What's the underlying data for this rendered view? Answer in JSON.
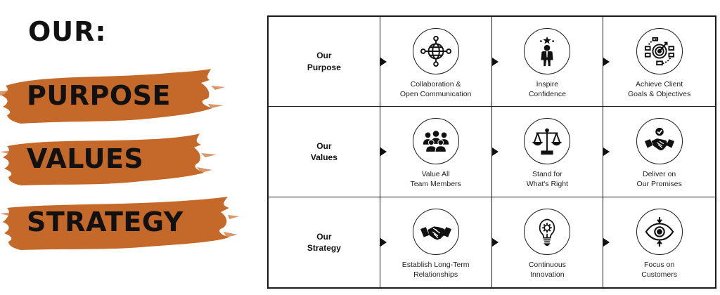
{
  "heading": "OUR:",
  "brand_color": "#c4692a",
  "brush_words": [
    "PURPOSE",
    "VALUES",
    "STRATEGY"
  ],
  "rows": [
    {
      "label": [
        "Our",
        "Purpose"
      ],
      "items": [
        {
          "icon": "globe-network-icon",
          "caption": [
            "Collaboration &",
            "Open Communication"
          ]
        },
        {
          "icon": "person-star-icon",
          "caption": [
            "Inspire",
            "Confidence"
          ]
        },
        {
          "icon": "target-icon",
          "caption": [
            "Achieve Client",
            "Goals & Objectives"
          ]
        }
      ]
    },
    {
      "label": [
        "Our",
        "Values"
      ],
      "items": [
        {
          "icon": "team-group-icon",
          "caption": [
            "Value All",
            "Team Members"
          ]
        },
        {
          "icon": "scales-icon",
          "caption": [
            "Stand for",
            "What's Right"
          ]
        },
        {
          "icon": "handshake-check-icon",
          "caption": [
            "Deliver on",
            "Our Promises"
          ]
        }
      ]
    },
    {
      "label": [
        "Our",
        "Strategy"
      ],
      "items": [
        {
          "icon": "handshake-icon",
          "caption": [
            "Establish Long-Term",
            "Relationships"
          ]
        },
        {
          "icon": "lightbulb-gear-icon",
          "caption": [
            "Continuous",
            "Innovation"
          ]
        },
        {
          "icon": "eye-focus-icon",
          "caption": [
            "Focus on",
            "Customers"
          ]
        }
      ]
    }
  ]
}
